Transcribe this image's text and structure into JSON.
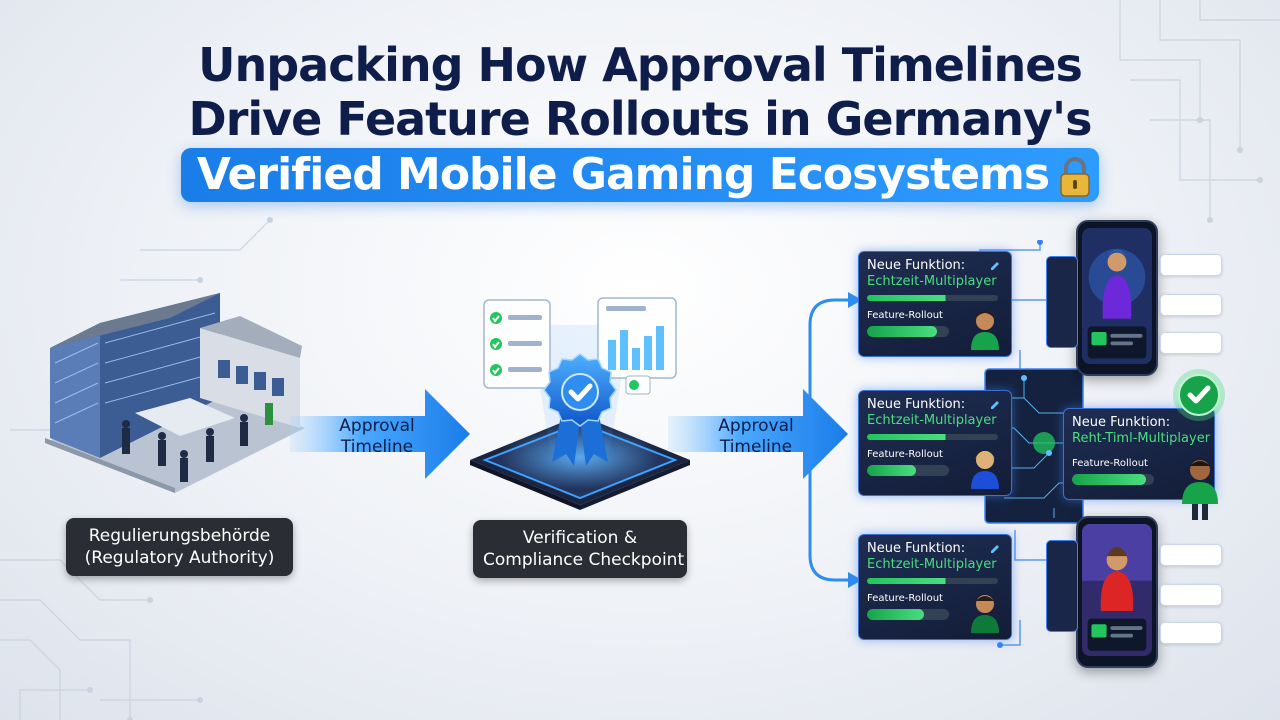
{
  "title": {
    "line1": "Unpacking How Approval Timelines",
    "line2": "Drive Feature Rollouts in Germany's",
    "highlight": "Verified Mobile Gaming Ecosystems"
  },
  "nodes": {
    "authority": {
      "label_line1": "Regulierungsbehörde",
      "label_line2": "(Regulatory Authority)"
    },
    "checkpoint": {
      "label_line1": "Verification &",
      "label_line2": "Compliance Checkpoint"
    }
  },
  "arrows": [
    {
      "line1": "Approval",
      "line2": "Timeline"
    },
    {
      "line1": "Approval",
      "line2": "Timeline"
    }
  ],
  "feature_cards": [
    {
      "title": "Neue Funktion:",
      "feature": "Echtzeit-Multiplayer",
      "rollout_label": "Feature-Rollout",
      "progress": 0.85
    },
    {
      "title": "Neue Funktion:",
      "feature": "Echtzeit-Multiplayer",
      "rollout_label": "Feature-Rollout",
      "progress": 0.6
    },
    {
      "title": "Neue Funktion:",
      "feature": "Reht-Timl-Multiplayer",
      "rollout_label": "Feature-Rollout",
      "progress": 0.9
    },
    {
      "title": "Neue Funktion:",
      "feature": "Echtzeit-Multiplayer",
      "rollout_label": "Feature-Rollout",
      "progress": 0.7
    }
  ],
  "colors": {
    "navy": "#0f1d4a",
    "accent_blue": "#1a7de8",
    "success_green": "#22c55e",
    "card_bg": "#1a2647"
  },
  "icons": [
    "lock-icon",
    "office-building-icon",
    "verification-badge-icon",
    "checklist-icon",
    "bar-chart-icon",
    "checkmark-badge-icon",
    "edit-icon",
    "avatar-icon",
    "smartphone-icon"
  ]
}
